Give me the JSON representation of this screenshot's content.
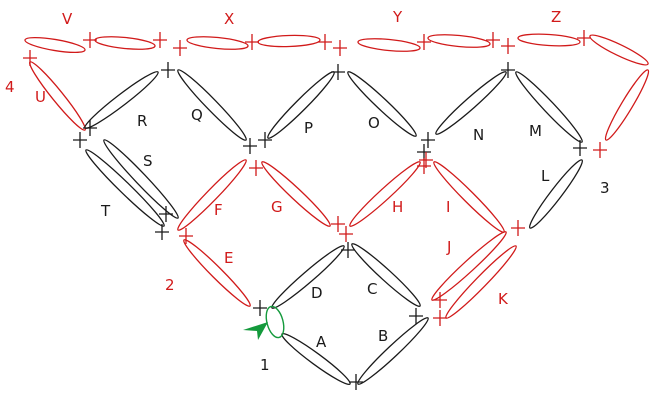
{
  "colors": {
    "red": "#d11a1a",
    "black": "#1a1a1a",
    "green": "#149a3c"
  },
  "labels": {
    "V": "V",
    "X": "X",
    "Y": "Y",
    "Z": "Z",
    "four": "4",
    "U": "U",
    "R": "R",
    "Q": "Q",
    "P": "P",
    "O": "O",
    "N": "N",
    "M": "M",
    "S": "S",
    "T": "T",
    "L": "L",
    "three": "3",
    "F": "F",
    "G": "G",
    "H": "H",
    "I": "I",
    "two": "2",
    "E": "E",
    "J": "J",
    "D": "D",
    "C": "C",
    "K": "K",
    "A": "A",
    "B": "B",
    "one": "1"
  }
}
